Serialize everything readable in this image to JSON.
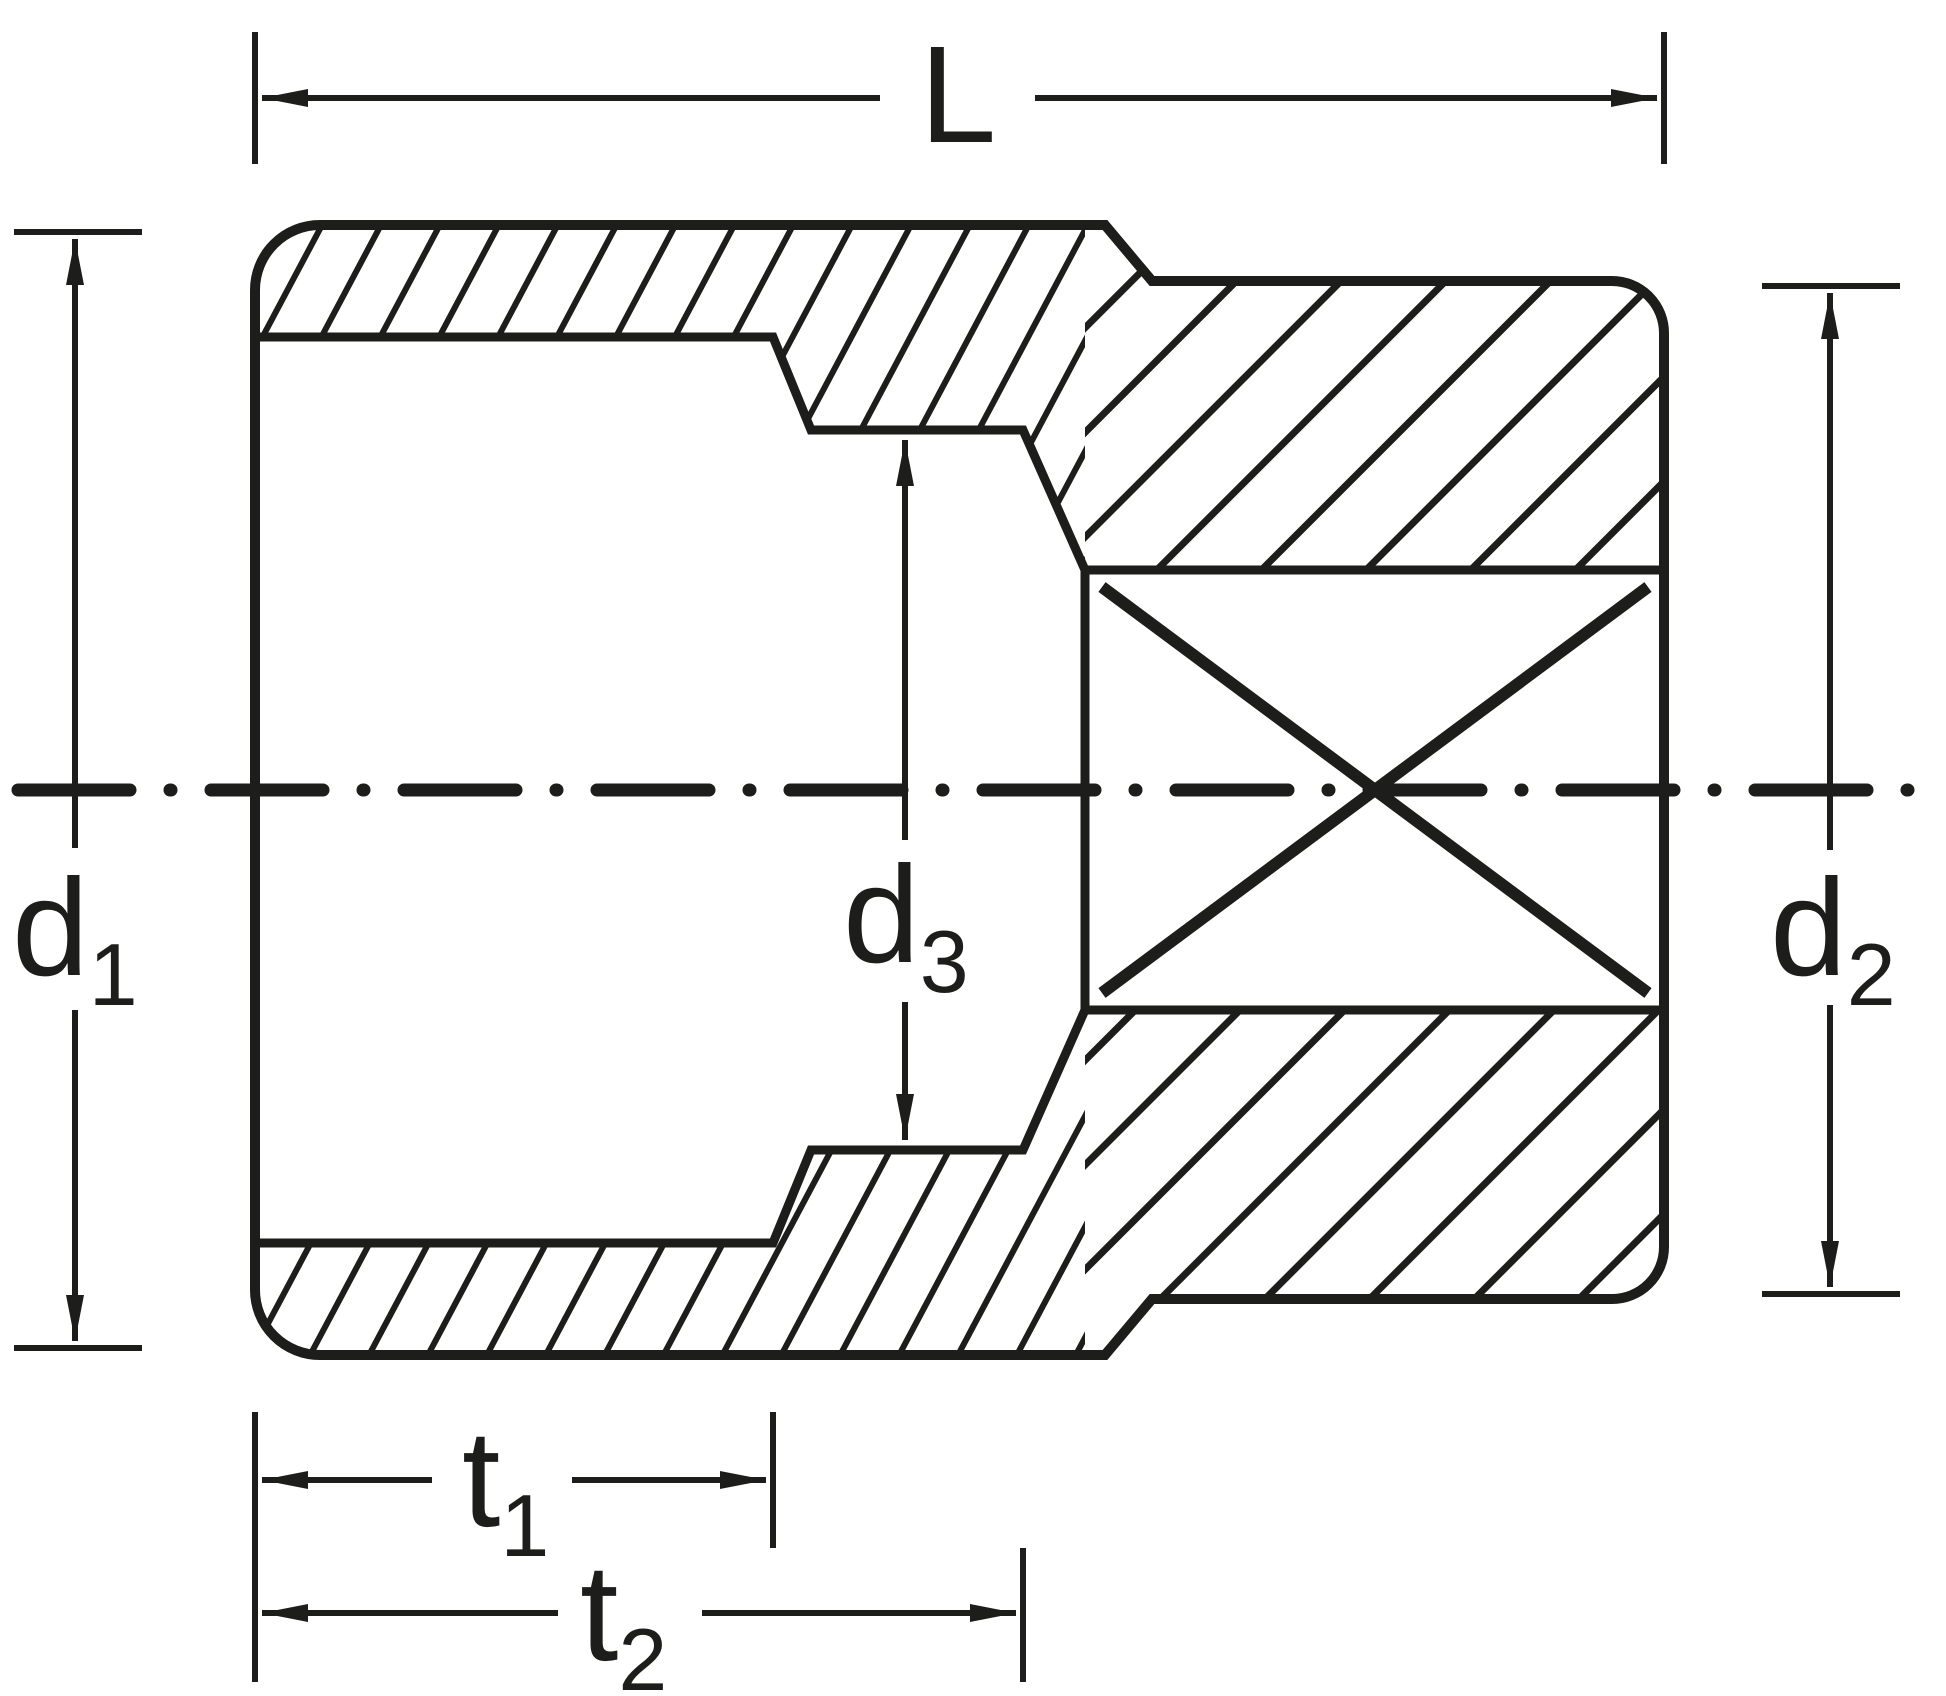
{
  "diagram": {
    "kind": "technical-cross-section-drawing",
    "subject": "socket tool dimension drawing",
    "dimensions": {
      "length": {
        "base": "L",
        "sub": ""
      },
      "outer_diameter_left": {
        "base": "d",
        "sub": "1"
      },
      "outer_diameter_right": {
        "base": "d",
        "sub": "2"
      },
      "inner_bore_diameter": {
        "base": "d",
        "sub": "3"
      },
      "depth_1": {
        "base": "t",
        "sub": "1"
      },
      "depth_2": {
        "base": "t",
        "sub": "2"
      }
    }
  },
  "colors": {
    "ink": "#1d1d1b",
    "background": "#ffffff"
  }
}
